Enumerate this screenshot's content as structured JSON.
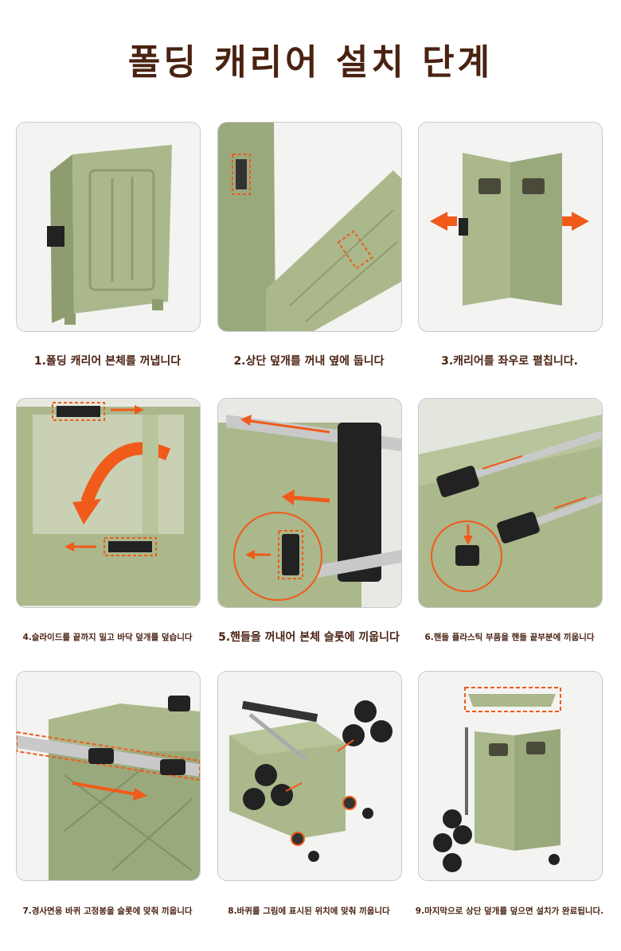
{
  "title": "폴딩 캐리어 설치 단계",
  "colors": {
    "title": "#4a2212",
    "caption": "#4a2212",
    "arrow": "#f05a1a",
    "product": "#aab88c",
    "product_dark": "#7f8f62"
  },
  "steps": [
    {
      "caption": "1.폴딩 캐리어 본체를 꺼냅니다"
    },
    {
      "caption": "2.상단 덮개를 꺼내 옆에 둡니다"
    },
    {
      "caption": "3.캐리어를 좌우로 펼칩니다."
    },
    {
      "caption": "4.슬라이드를 끝까지 밀고 바닥 덮개를 덮습니다"
    },
    {
      "caption": "5.핸들을 꺼내어 본체 슬롯에 끼웁니다"
    },
    {
      "caption": "6.핸들 플라스틱 부품을 핸들 끝부분에 끼웁니다"
    },
    {
      "caption": "7.경사면용 바퀴 고정봉을 슬롯에 맞춰 끼웁니다"
    },
    {
      "caption": "8.바퀴를 그림에 표시된 위치에 맞춰 끼웁니다"
    },
    {
      "caption": "9.마지막으로 상단 덮개를 덮으면 설치가 완료됩니다."
    }
  ]
}
